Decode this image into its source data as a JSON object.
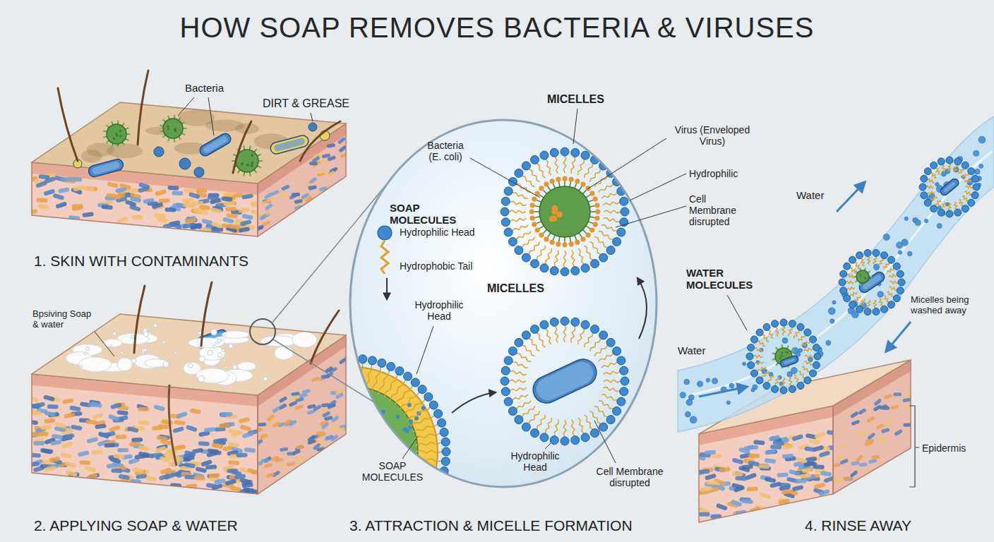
{
  "diagram": {
    "title": "HOW SOAP REMOVES BACTERIA & VIRUSES",
    "labels": [
      "Bacteria",
      "DIRT & GREASE",
      "1. SKIN WITH CONTAMINANTS",
      "Bpsiving Soap & water",
      "2. APPLYING SOAP & WATER",
      "MICELLES",
      "Bacteria (E. coli)",
      "Virus (Enveloped Virus)",
      "Hydrophilic",
      "Cell Membrane disrupted",
      "SOAP MOLECULES",
      "Hydrophilic Head",
      "Hydrophobic Tail",
      "Hydrophilic Head",
      "MICELLES",
      "SOAP MOLECULES",
      "Hydrophilic Head",
      "Cell Membrane disrupted",
      "3. ATTRACTION & MICELLE FORMATION",
      "Water",
      "WATER MOLECULES",
      "Micelles being washed away",
      "Water",
      "Epidermis",
      "4. RINSE AWAY"
    ]
  }
}
